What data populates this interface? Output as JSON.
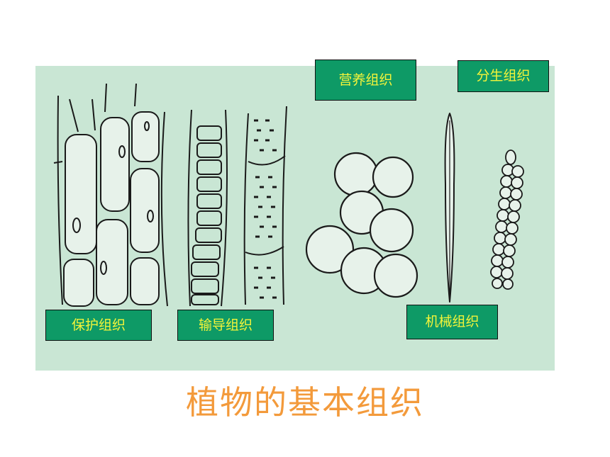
{
  "labels": {
    "protective": "保护组织",
    "conductive": "输导组织",
    "nutritive": "营养组织",
    "meristematic": "分生组织",
    "mechanical": "机械组织"
  },
  "title": "植物的基本组织",
  "colors": {
    "panel": "#c9e6d4",
    "label_bg": "#0e9a66",
    "label_text": "#f4f43a",
    "title": "#f39a3b"
  }
}
